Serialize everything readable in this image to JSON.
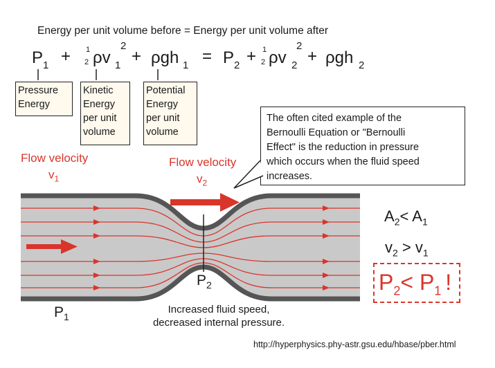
{
  "headline": "Energy per unit volume before = Energy per unit volume after",
  "equation": {
    "P": "P",
    "one": "1",
    "two": "2",
    "plus": "+",
    "half_num": "1",
    "half_den": "2",
    "rho_v": "ρv",
    "sq": "2",
    "rho_gh": "ρgh",
    "equals": "="
  },
  "labels": {
    "pressure": [
      "Pressure",
      "Energy"
    ],
    "kinetic": [
      "Kinetic",
      "Energy",
      "per unit",
      "volume"
    ],
    "potential": [
      "Potential",
      "Energy",
      "per unit",
      "volume"
    ]
  },
  "callout": [
    "The often cited example of the",
    "Bernoulli Equation or \"Bernoulli",
    "Effect\" is the reduction in pressure",
    "which occurs when the fluid speed",
    "increases."
  ],
  "flow_left": {
    "text": "Flow velocity",
    "sym": "v",
    "sub": "1"
  },
  "flow_mid": {
    "text": "Flow velocity",
    "sym": "v",
    "sub": "2"
  },
  "relations": {
    "area": {
      "a": "A",
      "a_sub": "2",
      "op": "<",
      "b": "A",
      "b_sub": "1"
    },
    "velocity": {
      "a": "v",
      "a_sub": "2",
      "op": ">",
      "b": "v",
      "b_sub": "1"
    },
    "pressure": {
      "a": "P",
      "a_sub": "2",
      "op": "<",
      "b": "P",
      "b_sub": "1",
      "bang": "!"
    }
  },
  "pipe_labels": {
    "p2": "P",
    "p2_sub": "2",
    "p1": "P",
    "p1_sub": "1"
  },
  "caption": [
    "Increased fluid speed,",
    "decreased internal pressure."
  ],
  "url": "http://hyperphysics.phy-astr.gsu.edu/hbase/pber.html",
  "colors": {
    "red": "#d9352b",
    "pipe_fill": "#c9c9c9",
    "wall": "#555555",
    "box_fill": "#fff9ee"
  }
}
